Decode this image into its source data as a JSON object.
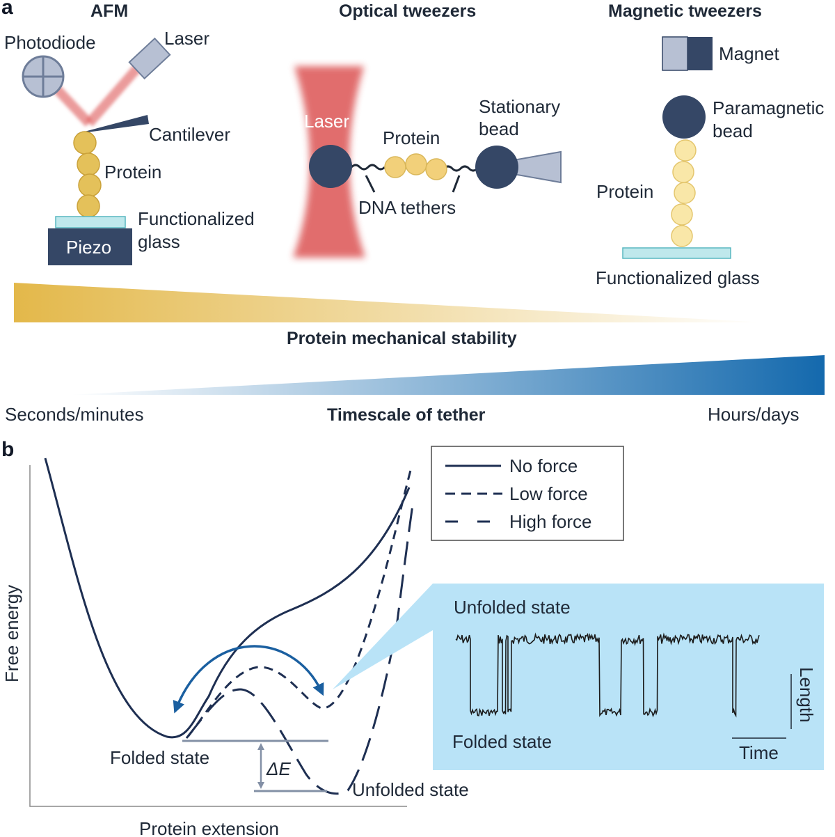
{
  "panel_a": {
    "letter": "a",
    "afm": {
      "title": "AFM",
      "photodiode": "Photodiode",
      "laser": "Laser",
      "cantilever": "Cantilever",
      "protein": "Protein",
      "functionalized_glass_1": "Functionalized",
      "functionalized_glass_2": "glass",
      "piezo": "Piezo"
    },
    "optical": {
      "title": "Optical tweezers",
      "laser": "Laser",
      "protein": "Protein",
      "stationary_bead_1": "Stationary",
      "stationary_bead_2": "bead",
      "dna_tethers": "DNA tethers"
    },
    "magnetic": {
      "title": "Magnetic tweezers",
      "magnet": "Magnet",
      "paramagnetic_bead_1": "Paramagnetic",
      "paramagnetic_bead_2": "bead",
      "protein": "Protein",
      "functionalized_glass": "Functionalized glass"
    },
    "stability_label": "Protein mechanical stability",
    "timescale": {
      "left": "Seconds/minutes",
      "center": "Timescale of tether",
      "right": "Hours/days"
    },
    "colors": {
      "gold": "#e3b84a",
      "navy": "#354766",
      "laser_red": "#e06666",
      "blue": "#1a73b8",
      "glass": "#bfe8ec"
    }
  },
  "panel_b": {
    "letter": "b",
    "y_axis_label": "Free energy",
    "x_axis_label": "Protein extension",
    "folded_state": "Folded state",
    "unfolded_state": "Unfolded state",
    "delta_e": "ΔE",
    "legend": {
      "no_force": "No force",
      "low_force": "Low force",
      "high_force": "High force"
    },
    "trace": {
      "unfolded_state": "Unfolded state",
      "folded_state": "Folded state",
      "length": "Length",
      "time": "Time",
      "bg_color": "#b9e3f7"
    }
  }
}
